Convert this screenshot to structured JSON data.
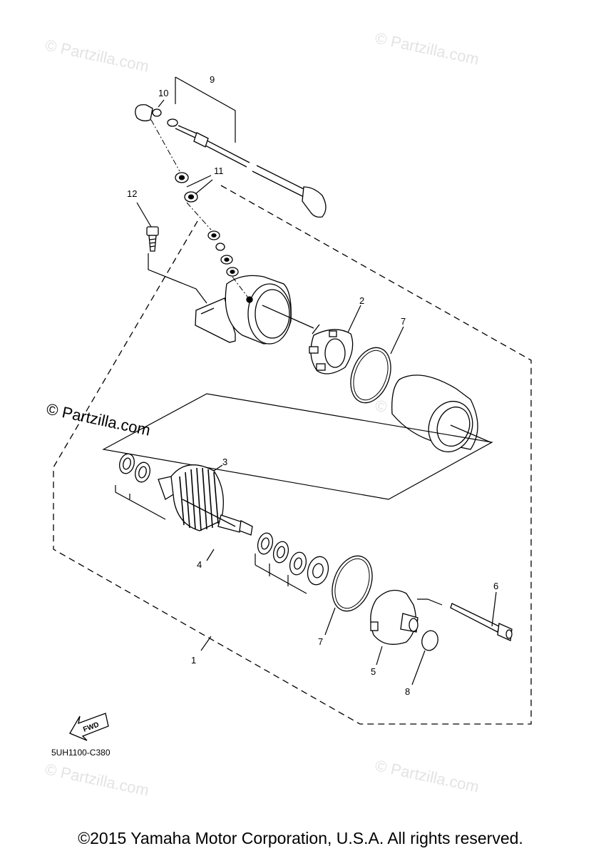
{
  "watermark": "© Partzilla.com",
  "callouts": {
    "c1": "1",
    "c2": "2",
    "c3": "3",
    "c4": "4",
    "c5": "5",
    "c6": "6",
    "c7a": "7",
    "c7b": "7",
    "c8": "8",
    "c9": "9",
    "c10": "10",
    "c11": "11",
    "c12": "12"
  },
  "fwd_label": "FWD",
  "diagram_code": "5UH1100-C380",
  "copyright": "©2015 Yamaha Motor Corporation, U.S.A. All rights reserved."
}
